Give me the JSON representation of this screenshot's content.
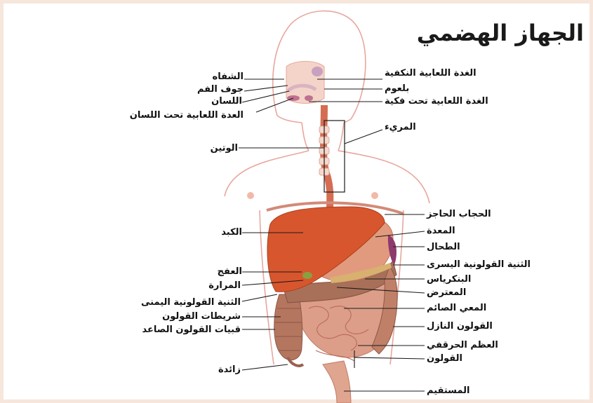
{
  "title": "الجهاز الهضمي",
  "colors": {
    "background": "#ffffff",
    "border": "#f6e6dc",
    "skin_outline": "#e8a79e",
    "liver": "#d8562e",
    "stomach": "#e29a7e",
    "intestine": "#dc9e89",
    "colon": "#b4765f",
    "spleen": "#8c3a6e",
    "leader_line": "#1a1a1a"
  },
  "left_labels": [
    "الشفاه",
    "جوف الفم",
    "اللسان",
    "العدة اللعابية تحت اللسان",
    "الوتين",
    "الكبد",
    "العفج",
    "المرارة",
    "الثنية القولونية اليمنى",
    "شريطات القولون",
    "قبيات القولون الصاعد",
    "زائدة"
  ],
  "right_labels": [
    "الغدة اللعابية النكفية",
    "بلعوم",
    "الغدة اللعابية تحت فكية",
    "المريء",
    "الحجاب الحاجز",
    "المعدة",
    "الطحال",
    "الثنية القولونية اليسرى",
    "البنكرياس",
    "المعترض",
    "المعي الصائم",
    "القولون النازل",
    "العظم الحرقفي",
    "القولون",
    "المستقيم"
  ]
}
